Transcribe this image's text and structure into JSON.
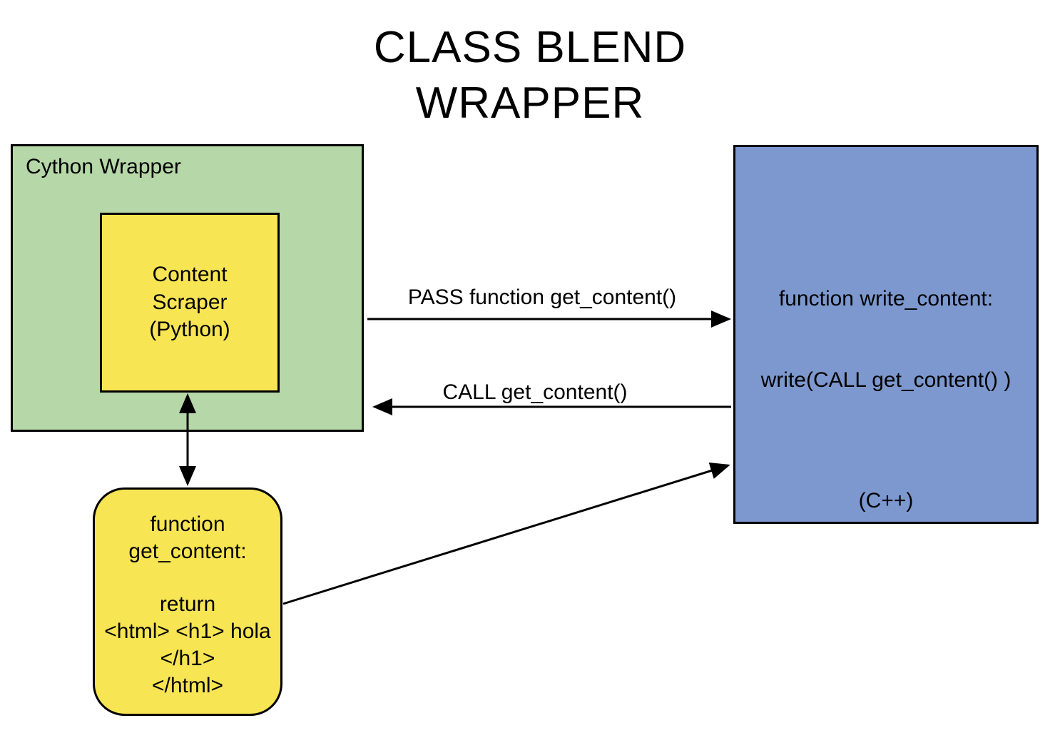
{
  "title": {
    "line1": "CLASS BLEND",
    "line2": "WRAPPER"
  },
  "diagram": {
    "cython_wrapper": {
      "label": "Cython  Wrapper",
      "content_scraper": {
        "lines": [
          "Content",
          "Scraper",
          "(Python)"
        ]
      }
    },
    "cpp_module": {
      "function_title": "function write_content:",
      "body": "write(CALL get_content() )",
      "language": "(C++)"
    },
    "get_content": {
      "header_lines": [
        "function",
        "get_content:"
      ],
      "body_lines": [
        "return",
        "<html> <h1> hola",
        "</h1>",
        "</html>"
      ]
    },
    "arrows": {
      "pass_label": "PASS function get_content()",
      "call_label": "CALL get_content()"
    }
  },
  "colors": {
    "green": "#b6d7a8",
    "yellow": "#f8e553",
    "blue": "#7c98ce",
    "line": "#000000"
  }
}
